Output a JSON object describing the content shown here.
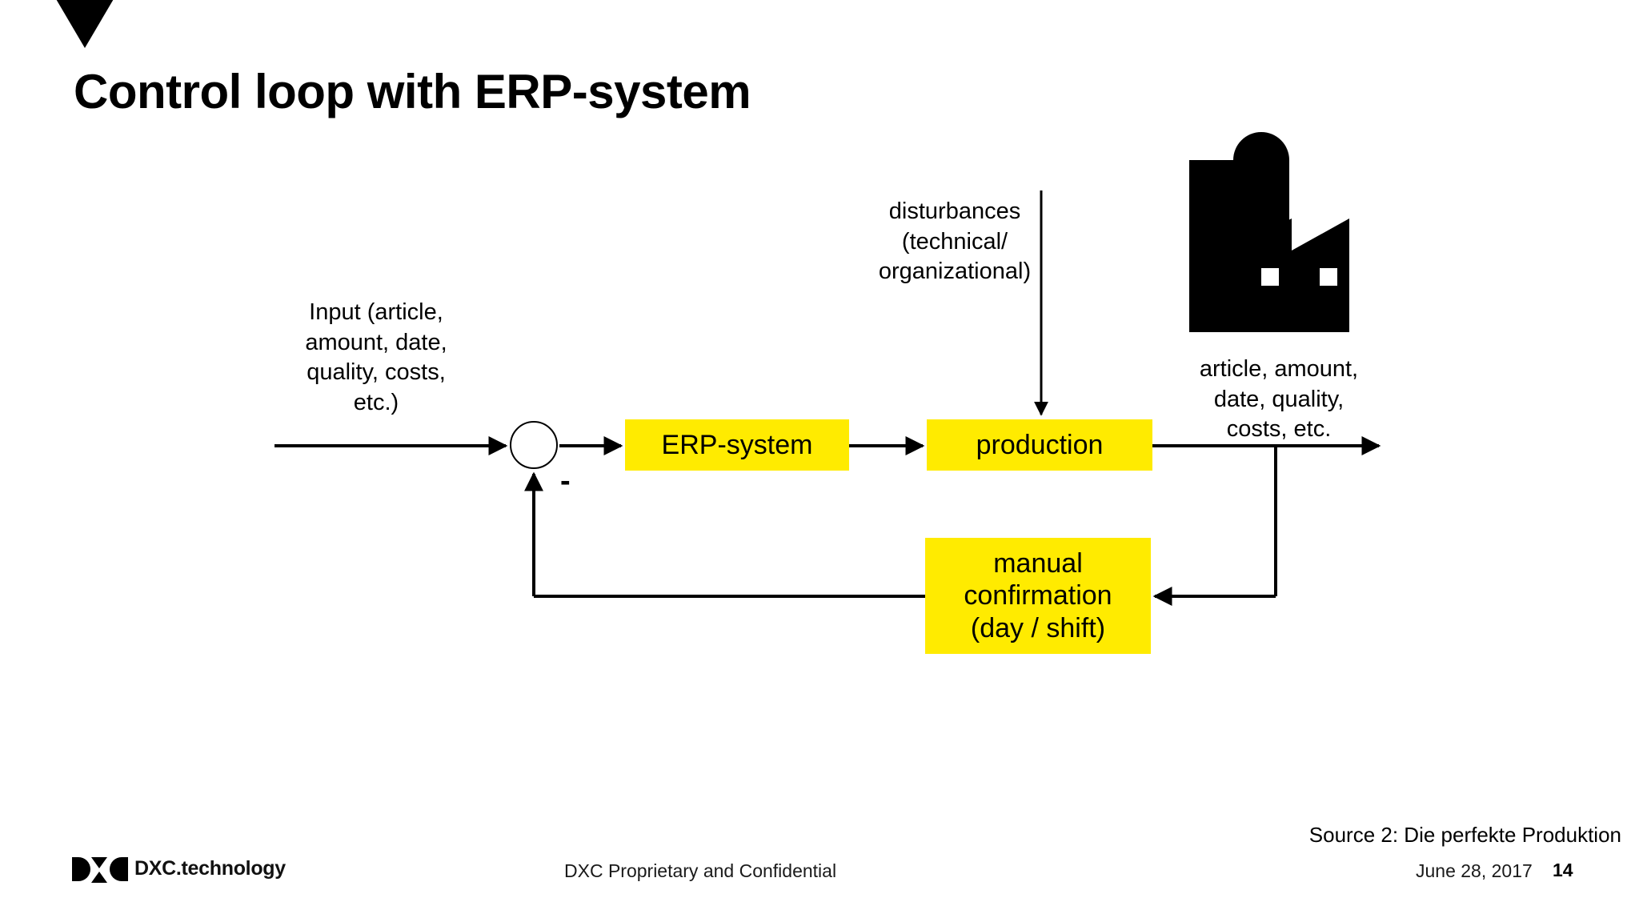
{
  "slide": {
    "title": "Control loop with ERP-system",
    "page_number": "14",
    "date": "June 28, 2017",
    "confidentiality": "DXC Proprietary and Confidential",
    "source_note": "Source 2: Die perfekte Produktion",
    "brand_name": "DXC.technology",
    "colors": {
      "box_fill": "#FFEB00",
      "line": "#000000",
      "text": "#000000",
      "background": "#FFFFFF"
    }
  },
  "diagram": {
    "type": "control-loop-block-diagram",
    "blocks": [
      {
        "id": "erp",
        "label": "ERP-system"
      },
      {
        "id": "production",
        "label": "production"
      },
      {
        "id": "manual",
        "label": "manual\nconfirmation\n(day / shift)"
      }
    ],
    "junction": {
      "id": "summing-junction",
      "sign": "-"
    },
    "labels": {
      "input": "Input (article,\namount, date,\nquality, costs,\netc.)",
      "disturbances": "disturbances\n(technical/\norganizational)",
      "output": "article, amount,\ndate, quality,\ncosts, etc."
    },
    "icons": {
      "factory": "factory-icon",
      "marker": "triangle-marker"
    }
  }
}
